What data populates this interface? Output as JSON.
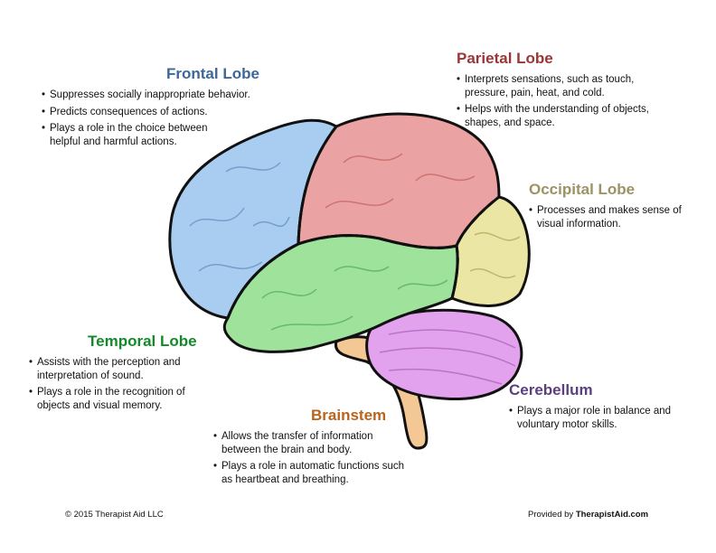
{
  "colors": {
    "frontal": "#a8cdf0",
    "parietal": "#eaa2a2",
    "occipital": "#ebe6a4",
    "temporal": "#9fe29b",
    "cerebellum": "#e3a2ee",
    "brainstem": "#f4c894"
  },
  "frontal": {
    "title": "Frontal Lobe",
    "items": [
      "Suppresses socially inappropriate behavior.",
      "Predicts consequences of actions.",
      "Plays a role in the choice between helpful and harmful actions."
    ]
  },
  "parietal": {
    "title": "Parietal Lobe",
    "items": [
      "Interprets sensations, such as touch, pressure, pain, heat, and cold.",
      "Helps with the understanding of objects, shapes, and space."
    ]
  },
  "occipital": {
    "title": "Occipital Lobe",
    "items": [
      "Processes and makes sense of visual information."
    ]
  },
  "temporal": {
    "title": "Temporal Lobe",
    "items": [
      "Assists with the perception and interpretation of sound.",
      "Plays a role in the recognition of objects and visual memory."
    ]
  },
  "cerebellum": {
    "title": "Cerebellum",
    "items": [
      "Plays a major role in balance and voluntary motor skills."
    ]
  },
  "brainstem": {
    "title": "Brainstem",
    "items": [
      "Allows the transfer of information between the brain and body.",
      "Plays a role in automatic functions such as heartbeat and breathing."
    ]
  },
  "footer": {
    "copyright": "© 2015 Therapist Aid LLC",
    "provided_prefix": "Provided by",
    "provided_brand": "TherapistAid.com"
  }
}
